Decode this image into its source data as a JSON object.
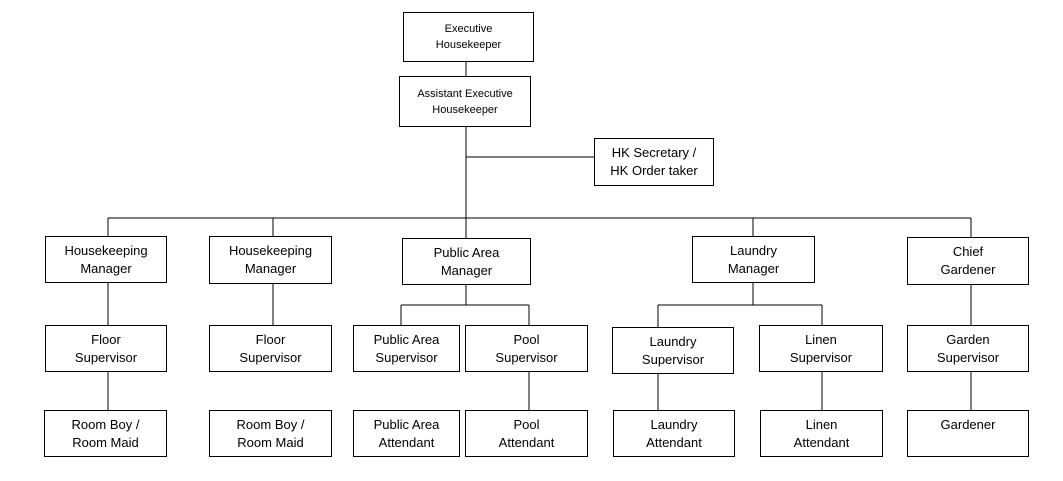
{
  "nodes": {
    "exec": "Executive\nHousekeeper",
    "asst": "Assistant Executive\nHousekeeper",
    "sec": "HK Secretary /\nHK Order taker",
    "hkm1": "Housekeeping\nManager",
    "hkm2": "Housekeeping\nManager",
    "pam": "Public  Area\nManager",
    "lm": "Laundry\nManager",
    "cg": "Chief\nGardener",
    "fs1": "Floor\nSupervisor",
    "fs2": "Floor\nSupervisor",
    "pas": "Public Area\nSupervisor",
    "ps": "Pool\nSupervisor",
    "ls": "Laundry\nSupervisor",
    "lis": "Linen\nSupervisor",
    "gs": "Garden\nSupervisor",
    "rb1": "Room Boy /\nRoom Maid",
    "rb2": "Room Boy /\nRoom Maid",
    "paa": "Public Area\nAttendant",
    "pa": "Pool\nAttendant",
    "la": "Laundry\nAttendant",
    "lia": "Linen\nAttendant",
    "gd": "Gardener"
  }
}
